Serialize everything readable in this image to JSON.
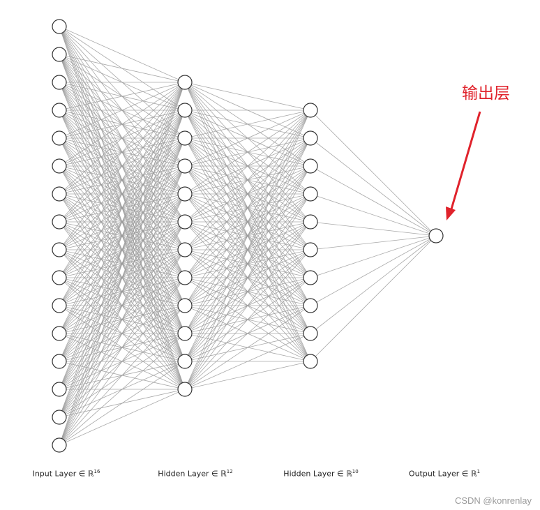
{
  "layers": [
    {
      "label_text": "Input Layer ∈ ℝ",
      "label_sup": "16",
      "size": 16
    },
    {
      "label_text": "Hidden Layer ∈ ℝ",
      "label_sup": "12",
      "size": 12
    },
    {
      "label_text": "Hidden Layer ∈ ℝ",
      "label_sup": "10",
      "size": 10
    },
    {
      "label_text": "Output Layer ∈ ℝ",
      "label_sup": "1",
      "size": 1
    }
  ],
  "annotation": {
    "text": "输出层",
    "color": "#e0222b"
  },
  "watermark": "CSDN @konrenlay"
}
